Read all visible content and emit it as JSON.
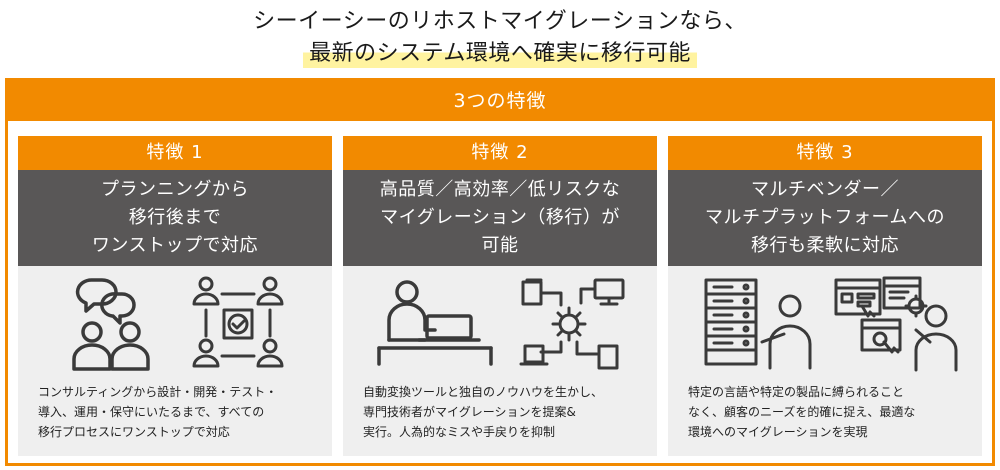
{
  "headline": {
    "line1": "シーイーシーのリホストマイグレーションなら、",
    "line2": "最新のシステム環境へ確実に移行可能"
  },
  "panel": {
    "title": "3つの特徴"
  },
  "features": [
    {
      "label": "特徴 1",
      "title_lines": [
        "プランニングから",
        "移行後まで",
        "ワンストップで対応"
      ],
      "desc_lines": [
        "コンサルティングから設計・開発・テスト・",
        "導入、運用・保守にいたるまで、すべての",
        "移行プロセスにワンストップで対応"
      ],
      "icons": [
        "chat-users-icon",
        "team-network-icon"
      ]
    },
    {
      "label": "特徴 2",
      "title_lines": [
        "高品質／高効率／低リスクな",
        "マイグレーション（移行）が",
        "可能"
      ],
      "desc_lines": [
        "自動変換ツールと独自のノウハウを生かし、",
        "専門技術者がマイグレーションを提案&",
        "実行。人為的なミスや手戻りを抑制"
      ],
      "icons": [
        "engineer-laptop-icon",
        "conversion-gear-icon"
      ]
    },
    {
      "label": "特徴 3",
      "title_lines": [
        "マルチベンダー／",
        "マルチプラットフォームへの",
        "移行も柔軟に対応"
      ],
      "desc_lines": [
        "特定の言語や特定の製品に縛られること",
        "なく、顧客のニーズを的確に捉え、最適な",
        "環境へのマイグレーションを実現"
      ],
      "icons": [
        "server-user-icon",
        "web-user-icon"
      ]
    }
  ],
  "colors": {
    "accent": "#f28a00",
    "header_bg": "#595757",
    "card_bg": "#efefef",
    "highlight": "#fff3a0",
    "icon_stroke": "#3a3a3a"
  }
}
